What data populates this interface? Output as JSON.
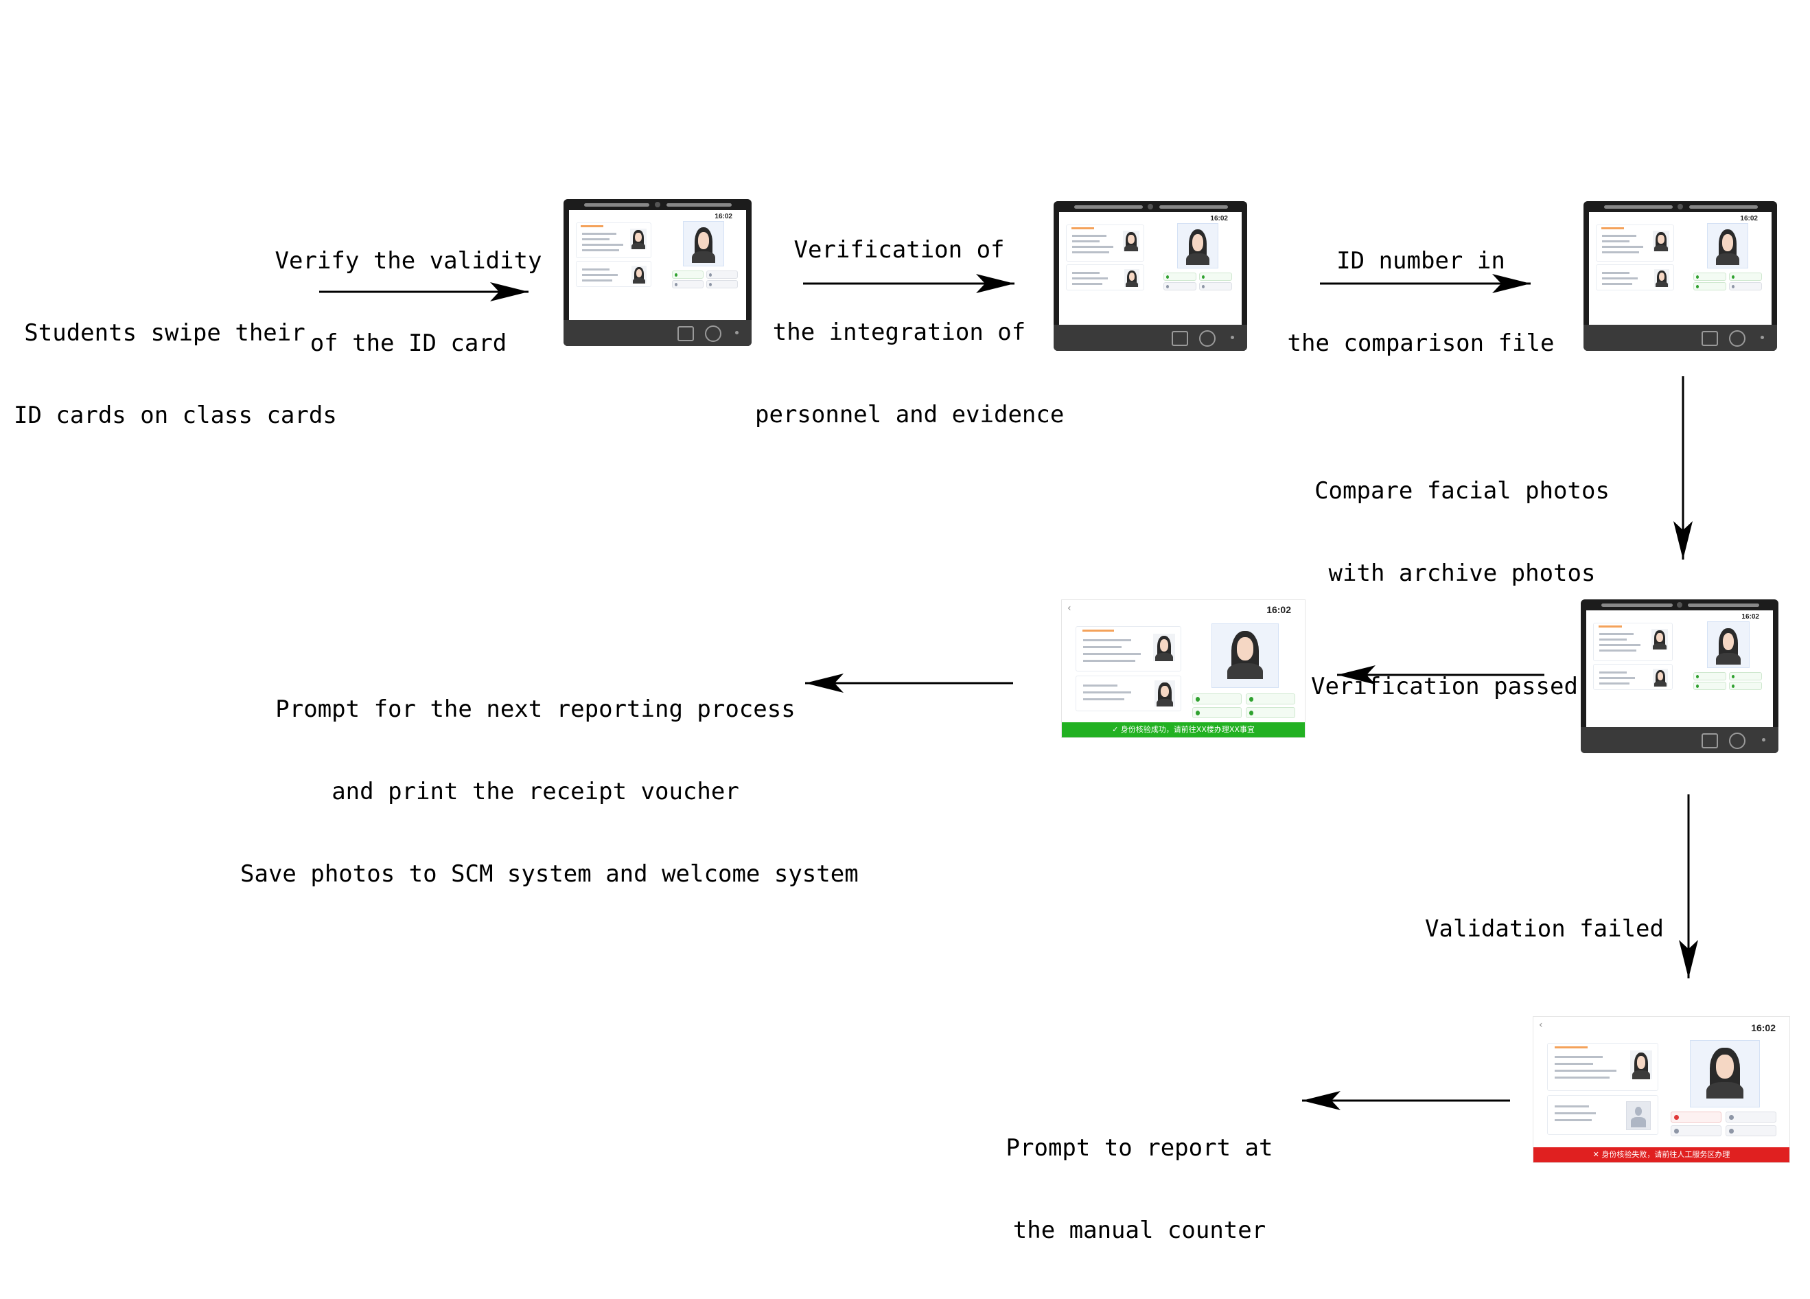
{
  "labels": {
    "start": [
      "Students swipe their",
      "ID cards on class cards"
    ],
    "verify_validity": [
      "Verify the validity",
      "of the ID card"
    ],
    "verify_integration": [
      "Verification of",
      "the integration of",
      "personnel and evidence"
    ],
    "id_number": [
      "ID number in",
      "the comparison file"
    ],
    "compare_faces": [
      "Compare facial photos",
      "with archive photos"
    ],
    "passed": [
      "Verification passed"
    ],
    "next_process": [
      "Prompt for the next reporting process",
      "and print the receipt voucher",
      "Save photos to SCM system and welcome system"
    ],
    "failed": [
      "Validation failed"
    ],
    "manual_counter": [
      "Prompt to report at",
      "the manual counter"
    ]
  },
  "screens": {
    "time": "16:02",
    "success_banner": "身份核验成功，请前往XX楼办理XX事宜",
    "fail_banner": "身份核验失败，请前往人工服务区办理"
  },
  "colors": {
    "success": "#22b122",
    "fail": "#e02020",
    "arrow": "#000000",
    "device_frame": "#1c1c1c"
  },
  "icons": [
    "back-arrow-icon",
    "check-icon",
    "error-icon",
    "person-placeholder-icon",
    "scan-icon",
    "fingerprint-icon"
  ]
}
